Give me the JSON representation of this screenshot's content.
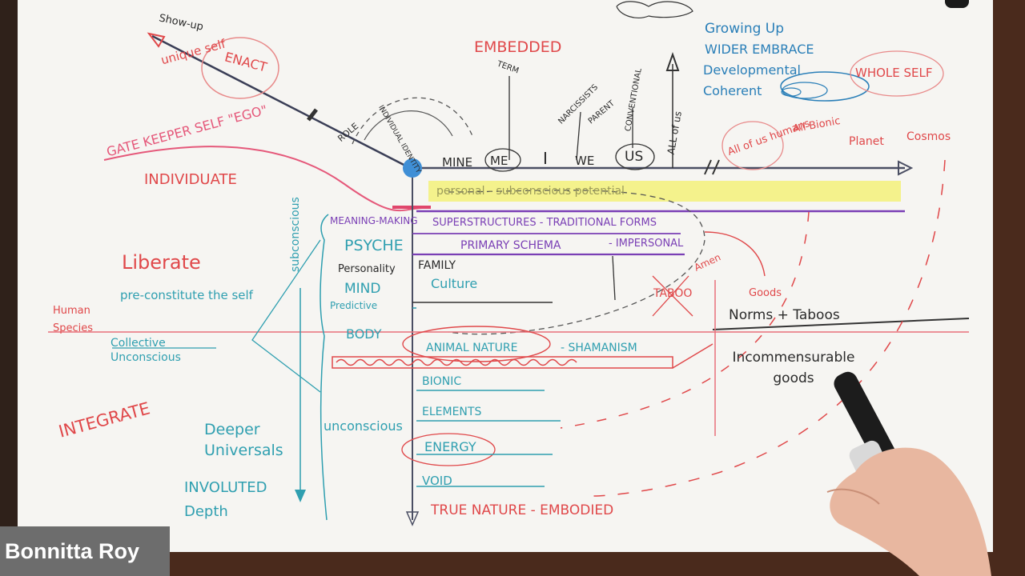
{
  "participant": {
    "name": "Bonnitta Roy"
  },
  "whiteboard": {
    "top_left": {
      "show_up": "Show-up",
      "unique_self": "unique self",
      "enact": "ENACT",
      "gatekeeper_self": "GATE KEEPER SELF \"EGO\"",
      "individuate": "INDIVIDUATE",
      "role": "ROLE",
      "individual_identity": "INDIVIDUAL IDENTITY"
    },
    "top_center": {
      "embedded": "EMBEDDED",
      "term": "TERM",
      "narcissists": "NARCISSISTS",
      "parent": "PARENT",
      "conventional": "CONVENTIONAL",
      "all_of_us": "ALL of us",
      "all_of_us_humans": "All of us humans"
    },
    "top_right": {
      "growing_up": "Growing Up",
      "wider_embrace": "WIDER EMBRACE",
      "developmental": "Developmental",
      "coherent": "Coherent",
      "whole_self": "WHOLE SELF",
      "all_bionic": "All Bionic",
      "planet": "Planet",
      "cosmos": "Cosmos"
    },
    "axis_words": {
      "mine": "MINE",
      "me": "ME",
      "i": "I",
      "we": "WE",
      "us": "US"
    },
    "yellow_band": "personal - subconscious potential",
    "layers": {
      "meaning_making": "MEANING-MAKING",
      "structures": "SUPERSTRUCTURES - TRADITIONAL FORMS",
      "psyche": "PSYCHE",
      "primary_schema": "PRIMARY SCHEMA",
      "impersonal": "- IMPERSONAL",
      "personality": "Personality",
      "family": "FAMILY",
      "culture": "Culture",
      "mind": "MIND",
      "predictive": "Predictive",
      "body": "BODY",
      "animal_nature": "ANIMAL NATURE",
      "shamanism": "- SHAMANISM",
      "bionic": "BIONIC",
      "elements": "ELEMENTS",
      "energy": "ENERGY",
      "void": "VOID",
      "true_nature": "TRUE NATURE - EMBODIED",
      "subconscious": "subconscious",
      "unconscious": "unconscious"
    },
    "left": {
      "liberate": "Liberate",
      "pre_constitute": "pre-constitute the self",
      "human_species": "Human Species",
      "collective": "Collective Unconscious",
      "integrate": "INTEGRATE",
      "deeper": "Deeper Universals",
      "involuted": "INVOLUTED Depth"
    },
    "right": {
      "norms_taboos": "Norms + Taboos",
      "goods": "Goods",
      "incommensurable": "Incommensurable goods",
      "taboo": "TABOO",
      "amen": "Amen"
    }
  },
  "colors": {
    "paper": "#f6f5f2",
    "frame": "#4a2a1c",
    "name_tag": "#6d6d6d",
    "axis": "#4a4e63",
    "dot": "#3f8fd6",
    "highlight": "#f3f06a"
  }
}
